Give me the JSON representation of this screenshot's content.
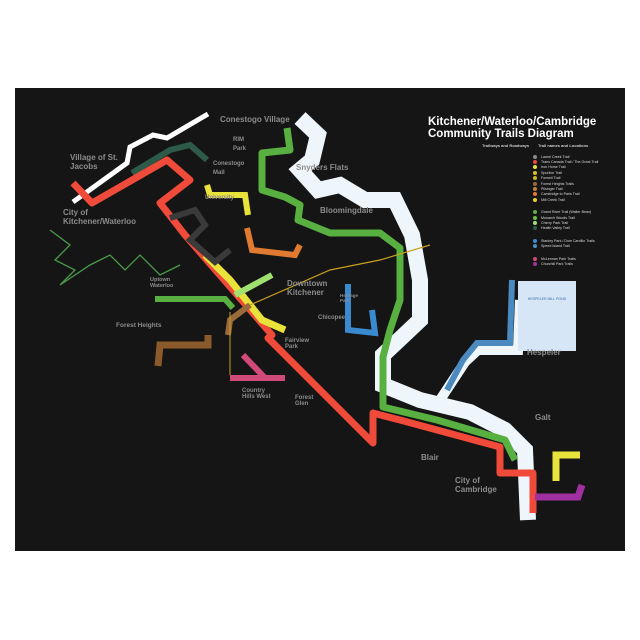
{
  "title": {
    "line1": "Kitchener/Waterloo/Cambridge",
    "line2": "Community Trails Diagram"
  },
  "legend_headers": {
    "left": "Trailways and Roadways",
    "right": "Trail names and Locations"
  },
  "legend": [
    {
      "label": "Laurel Creek Trail",
      "color": "#8a8a8a"
    },
    {
      "label": "Trans Canada Trail / The Great Trail",
      "color": "#f04a3a"
    },
    {
      "label": "Iron Horse Trail",
      "color": "#e8e23a"
    },
    {
      "label": "Spurline Trail",
      "color": "#d6c020"
    },
    {
      "label": "Forwell Trail",
      "color": "#c8b820"
    },
    {
      "label": "Forest Heights Trails",
      "color": "#9a6a3a"
    },
    {
      "label": "Pilsinger Trail",
      "color": "#c08040"
    },
    {
      "label": "Cambridge to Paris Trail",
      "color": "#e07a30"
    },
    {
      "label": "Mill Creek Trail",
      "color": "#e8d020"
    },
    {
      "label": "Grand River Trail (Walter Bean)",
      "color": "#58b040"
    },
    {
      "label": "Monarch Woods Trail",
      "color": "#70c040"
    },
    {
      "label": "Cherry Park Trail",
      "color": "#a0e070"
    },
    {
      "label": "Health Valley Trail",
      "color": "#2e5a4a"
    },
    {
      "label": "Stanley Park / Dom Cardillo Trails",
      "color": "#3a8ad0"
    },
    {
      "label": "Speed Island Trail",
      "color": "#4a90c0"
    },
    {
      "label": "McLennan Park Trails",
      "color": "#d04a7a"
    },
    {
      "label": "Churchill Park Trails",
      "color": "#a030a0"
    }
  ],
  "places": {
    "conestogo_village": "Conestogo Village",
    "st_jacobs": "Village of St. Jacobs",
    "rim_park": "RIM Park",
    "conestogo_mall": "Conestogo Mall",
    "snyders_flats": "Snyders Flats",
    "bloomingdale": "Bloomingdale",
    "kw": "City of Kitchener/Waterloo",
    "university": "University",
    "uptown": "Uptown Waterloo",
    "downtown": "Downtown Kitchener",
    "heritage_park": "Heritage Park",
    "chicopee": "Chicopee",
    "forest_heights": "Forest Heights",
    "fairview": "Fairview Park",
    "country_hills": "Country Hills West",
    "forest_glen": "Forest Glen",
    "hespeler": "Hespeler",
    "galt": "Galt",
    "blair": "Blair",
    "cambridge": "City of Cambridge",
    "pond": "HESPELER MILL POND"
  }
}
